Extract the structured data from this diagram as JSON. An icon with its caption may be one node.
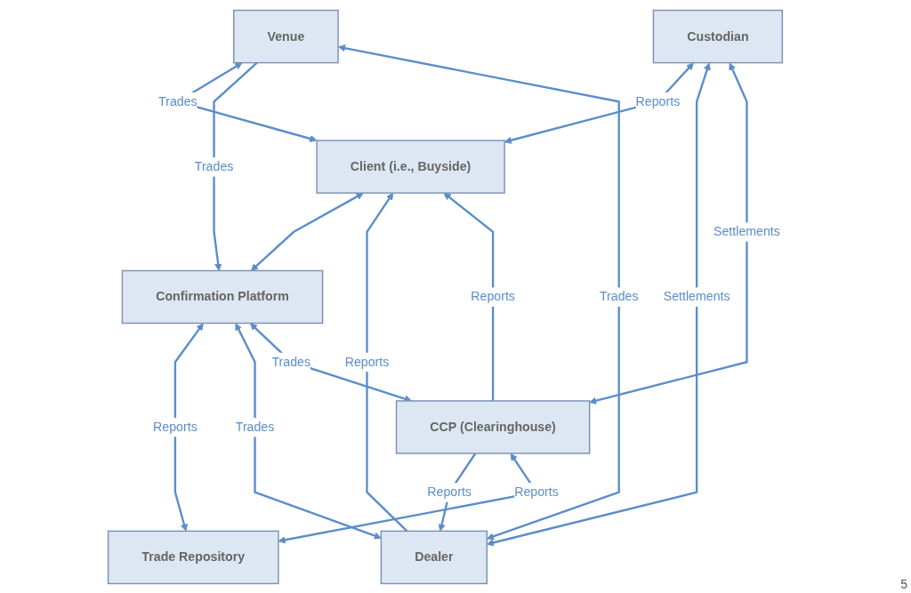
{
  "diagram": {
    "nodes": [
      {
        "text": [
          "Venue"
        ]
      },
      {
        "text": [
          "Custodian"
        ]
      },
      {
        "text": [
          "Client (i.e., Buyside)"
        ]
      },
      {
        "text": [
          "Confirmation Platform"
        ]
      },
      {
        "text": [
          "Trade Repository"
        ]
      },
      {
        "text": [
          "Dealer"
        ]
      },
      {
        "text": [
          "CCP (Clearinghouse)"
        ]
      }
    ],
    "edges": [
      {
        "from": 0,
        "to": 2,
        "arrow": "both",
        "label": "Trades"
      },
      {
        "from": 0,
        "to": 3,
        "arrow": "to",
        "label": "Trades"
      },
      {
        "from": 1,
        "to": 2,
        "arrow": "both",
        "label": "Reports"
      },
      {
        "from": 2,
        "to": 3,
        "arrow": "both"
      },
      {
        "from": 3,
        "to": 4,
        "arrow": "both",
        "label": "Reports"
      },
      {
        "from": 0,
        "to": 5,
        "arrow": "both",
        "label": "Trades"
      },
      {
        "from": 6,
        "to": 2,
        "arrow": "to",
        "label": "Reports"
      },
      {
        "from": 3,
        "to": 5,
        "arrow": "both",
        "label": "Trades"
      },
      {
        "from": 5,
        "to": 2,
        "arrow": "to",
        "label": "Reports"
      },
      {
        "from": 3,
        "to": 6,
        "arrow": "both",
        "label": "Trades"
      },
      {
        "from": 1,
        "to": 5,
        "arrow": "both",
        "label": "Settlements"
      },
      {
        "from": 6,
        "to": 5,
        "arrow": "to",
        "label": "Reports"
      },
      {
        "from": 6,
        "to": 4,
        "arrow": "both",
        "label": "Reports"
      },
      {
        "from": 1,
        "to": 6,
        "arrow": "both",
        "label": "Settlements"
      }
    ],
    "labels": [
      "5"
    ]
  }
}
